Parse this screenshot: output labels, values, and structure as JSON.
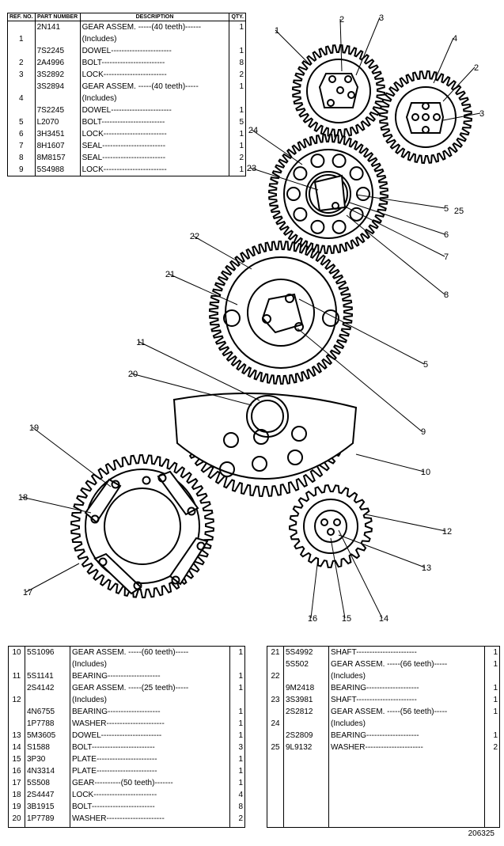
{
  "table_top": {
    "headers": {
      "ref": "REF. NO.",
      "part": "PART NUMBER",
      "desc": "DESCRIPTION",
      "qty": "QTY."
    },
    "rows": [
      {
        "ref": "",
        "part": "2N141",
        "desc": "GEAR ASSEM. -----(40 teeth)------",
        "qty": "1"
      },
      {
        "ref": "1",
        "part": "",
        "desc": "(Includes)",
        "qty": ""
      },
      {
        "ref": "",
        "part": "7S2245",
        "desc": "DOWEL-----------------------",
        "qty": "1"
      },
      {
        "ref": "2",
        "part": "2A4996",
        "desc": "BOLT------------------------",
        "qty": "8"
      },
      {
        "ref": "3",
        "part": "3S2892",
        "desc": "LOCK------------------------",
        "qty": "2"
      },
      {
        "ref": "",
        "part": "3S2894",
        "desc": "GEAR ASSEM. -----(40 teeth)-----",
        "qty": "1"
      },
      {
        "ref": "4",
        "part": "",
        "desc": "(Includes)",
        "qty": ""
      },
      {
        "ref": "",
        "part": "7S2245",
        "desc": "DOWEL-----------------------",
        "qty": "1"
      },
      {
        "ref": "5",
        "part": "L2070",
        "desc": "BOLT------------------------",
        "qty": "5"
      },
      {
        "ref": "6",
        "part": "3H3451",
        "desc": "LOCK------------------------",
        "qty": "1"
      },
      {
        "ref": "7",
        "part": "8H1607",
        "desc": "SEAL------------------------",
        "qty": "1"
      },
      {
        "ref": "8",
        "part": "8M8157",
        "desc": "SEAL------------------------",
        "qty": "2"
      },
      {
        "ref": "9",
        "part": "5S4988",
        "desc": "LOCK------------------------",
        "qty": "1"
      }
    ]
  },
  "table_left": {
    "rows": [
      {
        "ref": "10",
        "part": "5S1096",
        "desc": "GEAR ASSEM. -----(60 teeth)-----",
        "qty": "1"
      },
      {
        "ref": "",
        "part": "",
        "desc": "(Includes)",
        "qty": ""
      },
      {
        "ref": "11",
        "part": "5S1141",
        "desc": "BEARING--------------------",
        "qty": "1"
      },
      {
        "ref": "",
        "part": "2S4142",
        "desc": "GEAR ASSEM. -----(25 teeth)-----",
        "qty": "1"
      },
      {
        "ref": "12",
        "part": "",
        "desc": "(Includes)",
        "qty": ""
      },
      {
        "ref": "",
        "part": "4N6755",
        "desc": "BEARING--------------------",
        "qty": "1"
      },
      {
        "ref": "",
        "part": "1P7788",
        "desc": "WASHER----------------------",
        "qty": "1"
      },
      {
        "ref": "13",
        "part": "5M3605",
        "desc": "DOWEL-----------------------",
        "qty": "1"
      },
      {
        "ref": "14",
        "part": "S1588",
        "desc": "BOLT------------------------",
        "qty": "3"
      },
      {
        "ref": "15",
        "part": "3P30",
        "desc": "PLATE-----------------------",
        "qty": "1"
      },
      {
        "ref": "16",
        "part": "4N3314",
        "desc": "PLATE-----------------------",
        "qty": "1"
      },
      {
        "ref": "17",
        "part": "5S508",
        "desc": "GEAR----------(50 teeth)-------",
        "qty": "1"
      },
      {
        "ref": "18",
        "part": "2S4447",
        "desc": "LOCK------------------------",
        "qty": "4"
      },
      {
        "ref": "19",
        "part": "3B1915",
        "desc": "BOLT------------------------",
        "qty": "8"
      },
      {
        "ref": "20",
        "part": "1P7789",
        "desc": "WASHER----------------------",
        "qty": "2"
      }
    ]
  },
  "table_right": {
    "rows": [
      {
        "ref": "21",
        "part": "5S4992",
        "desc": "SHAFT-----------------------",
        "qty": "1"
      },
      {
        "ref": "",
        "part": "5S502",
        "desc": "GEAR ASSEM. -----(66 teeth)-----",
        "qty": "1"
      },
      {
        "ref": "22",
        "part": "",
        "desc": "(Includes)",
        "qty": ""
      },
      {
        "ref": "",
        "part": "9M2418",
        "desc": "BEARING--------------------",
        "qty": "1"
      },
      {
        "ref": "23",
        "part": "3S3981",
        "desc": "SHAFT-----------------------",
        "qty": "1"
      },
      {
        "ref": "",
        "part": "2S2812",
        "desc": "GEAR ASSEM. -----(56 teeth)-----",
        "qty": "1"
      },
      {
        "ref": "24",
        "part": "",
        "desc": "(Includes)",
        "qty": ""
      },
      {
        "ref": "",
        "part": "2S2809",
        "desc": "BEARING--------------------",
        "qty": "1"
      },
      {
        "ref": "25",
        "part": "9L9132",
        "desc": "WASHER----------------------",
        "qty": "2"
      }
    ]
  },
  "callouts": [
    "1",
    "2",
    "3",
    "4",
    "2",
    "3",
    "24",
    "23",
    "5",
    "25",
    "6",
    "7",
    "8",
    "22",
    "21",
    "5",
    "9",
    "11",
    "20",
    "10",
    "19",
    "18",
    "17",
    "12",
    "13",
    "16",
    "15",
    "14"
  ],
  "figure_number": "206325"
}
